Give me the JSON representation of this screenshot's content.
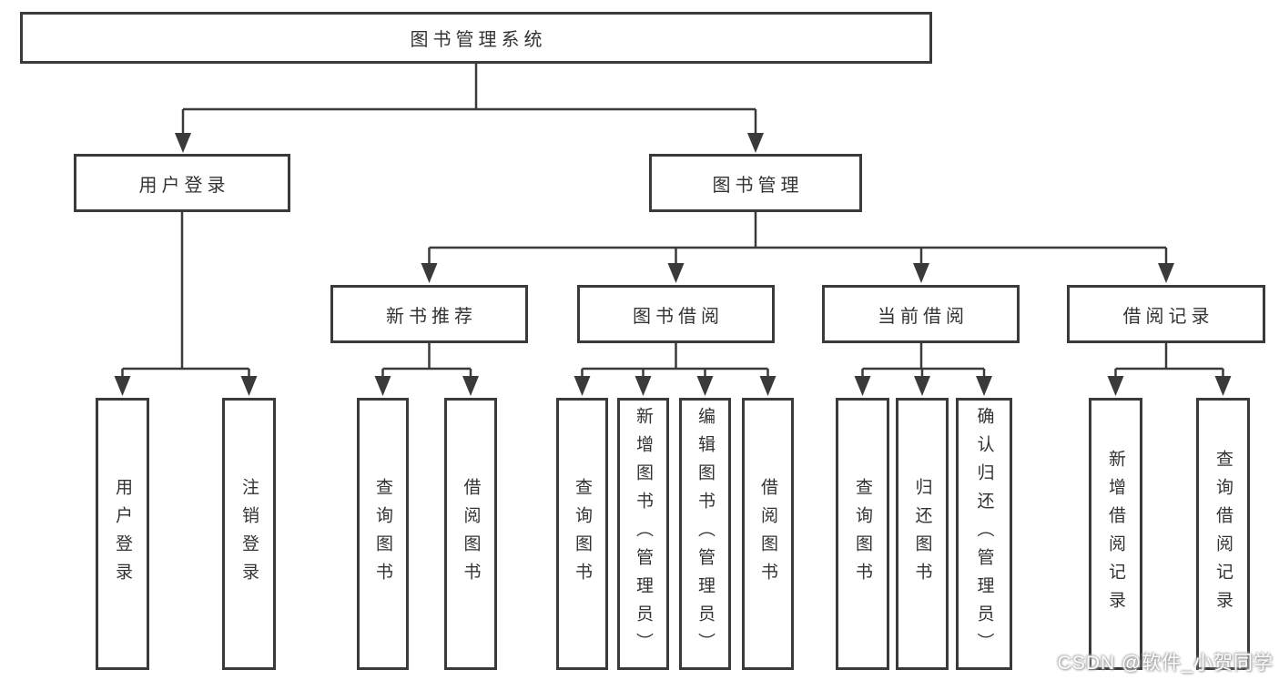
{
  "diagram": {
    "nodes": {
      "root": {
        "label": "图书管理系统"
      },
      "user_login": {
        "label": "用户登录"
      },
      "book_mgmt": {
        "label": "图书管理"
      },
      "new_book_rec": {
        "label": "新书推荐"
      },
      "book_borrow": {
        "label": "图书借阅"
      },
      "current_borrow": {
        "label": "当前借阅"
      },
      "borrow_records": {
        "label": "借阅记录"
      },
      "leaf_user_login": {
        "label": "用户登录"
      },
      "leaf_logout": {
        "label": "注销登录"
      },
      "nb_query_book": {
        "label": "查询图书"
      },
      "nb_borrow_book": {
        "label": "借阅图书"
      },
      "bb_query_book": {
        "label": "查询图书"
      },
      "bb_add_book": {
        "label": "新增图书（管理员）"
      },
      "bb_edit_book": {
        "label": "编辑图书（管理员）"
      },
      "bb_borrow_book": {
        "label": "借阅图书"
      },
      "cb_query_book": {
        "label": "查询图书"
      },
      "cb_return_book": {
        "label": "归还图书"
      },
      "cb_confirm_return": {
        "label": "确认归还（管理员）"
      },
      "br_add_record": {
        "label": "新增借阅记录"
      },
      "br_query_record": {
        "label": "查询借阅记录"
      }
    },
    "edges": [
      {
        "from": "root",
        "to": "user_login"
      },
      {
        "from": "root",
        "to": "book_mgmt"
      },
      {
        "from": "user_login",
        "to": "leaf_user_login"
      },
      {
        "from": "user_login",
        "to": "leaf_logout"
      },
      {
        "from": "book_mgmt",
        "to": "new_book_rec"
      },
      {
        "from": "book_mgmt",
        "to": "book_borrow"
      },
      {
        "from": "book_mgmt",
        "to": "current_borrow"
      },
      {
        "from": "book_mgmt",
        "to": "borrow_records"
      },
      {
        "from": "new_book_rec",
        "to": "nb_query_book"
      },
      {
        "from": "new_book_rec",
        "to": "nb_borrow_book"
      },
      {
        "from": "book_borrow",
        "to": "bb_query_book"
      },
      {
        "from": "book_borrow",
        "to": "bb_add_book"
      },
      {
        "from": "book_borrow",
        "to": "bb_edit_book"
      },
      {
        "from": "book_borrow",
        "to": "bb_borrow_book"
      },
      {
        "from": "current_borrow",
        "to": "cb_query_book"
      },
      {
        "from": "current_borrow",
        "to": "cb_return_book"
      },
      {
        "from": "current_borrow",
        "to": "cb_confirm_return"
      },
      {
        "from": "borrow_records",
        "to": "br_add_record"
      },
      {
        "from": "borrow_records",
        "to": "br_query_record"
      }
    ]
  },
  "watermark": {
    "text": "CSDN @软件_小贺同学"
  },
  "colors": {
    "line": "#3a3a3a",
    "box_border": "#3a3a3a",
    "text": "#333333",
    "background": "#ffffff",
    "watermark_text": "#fdfdfd"
  }
}
